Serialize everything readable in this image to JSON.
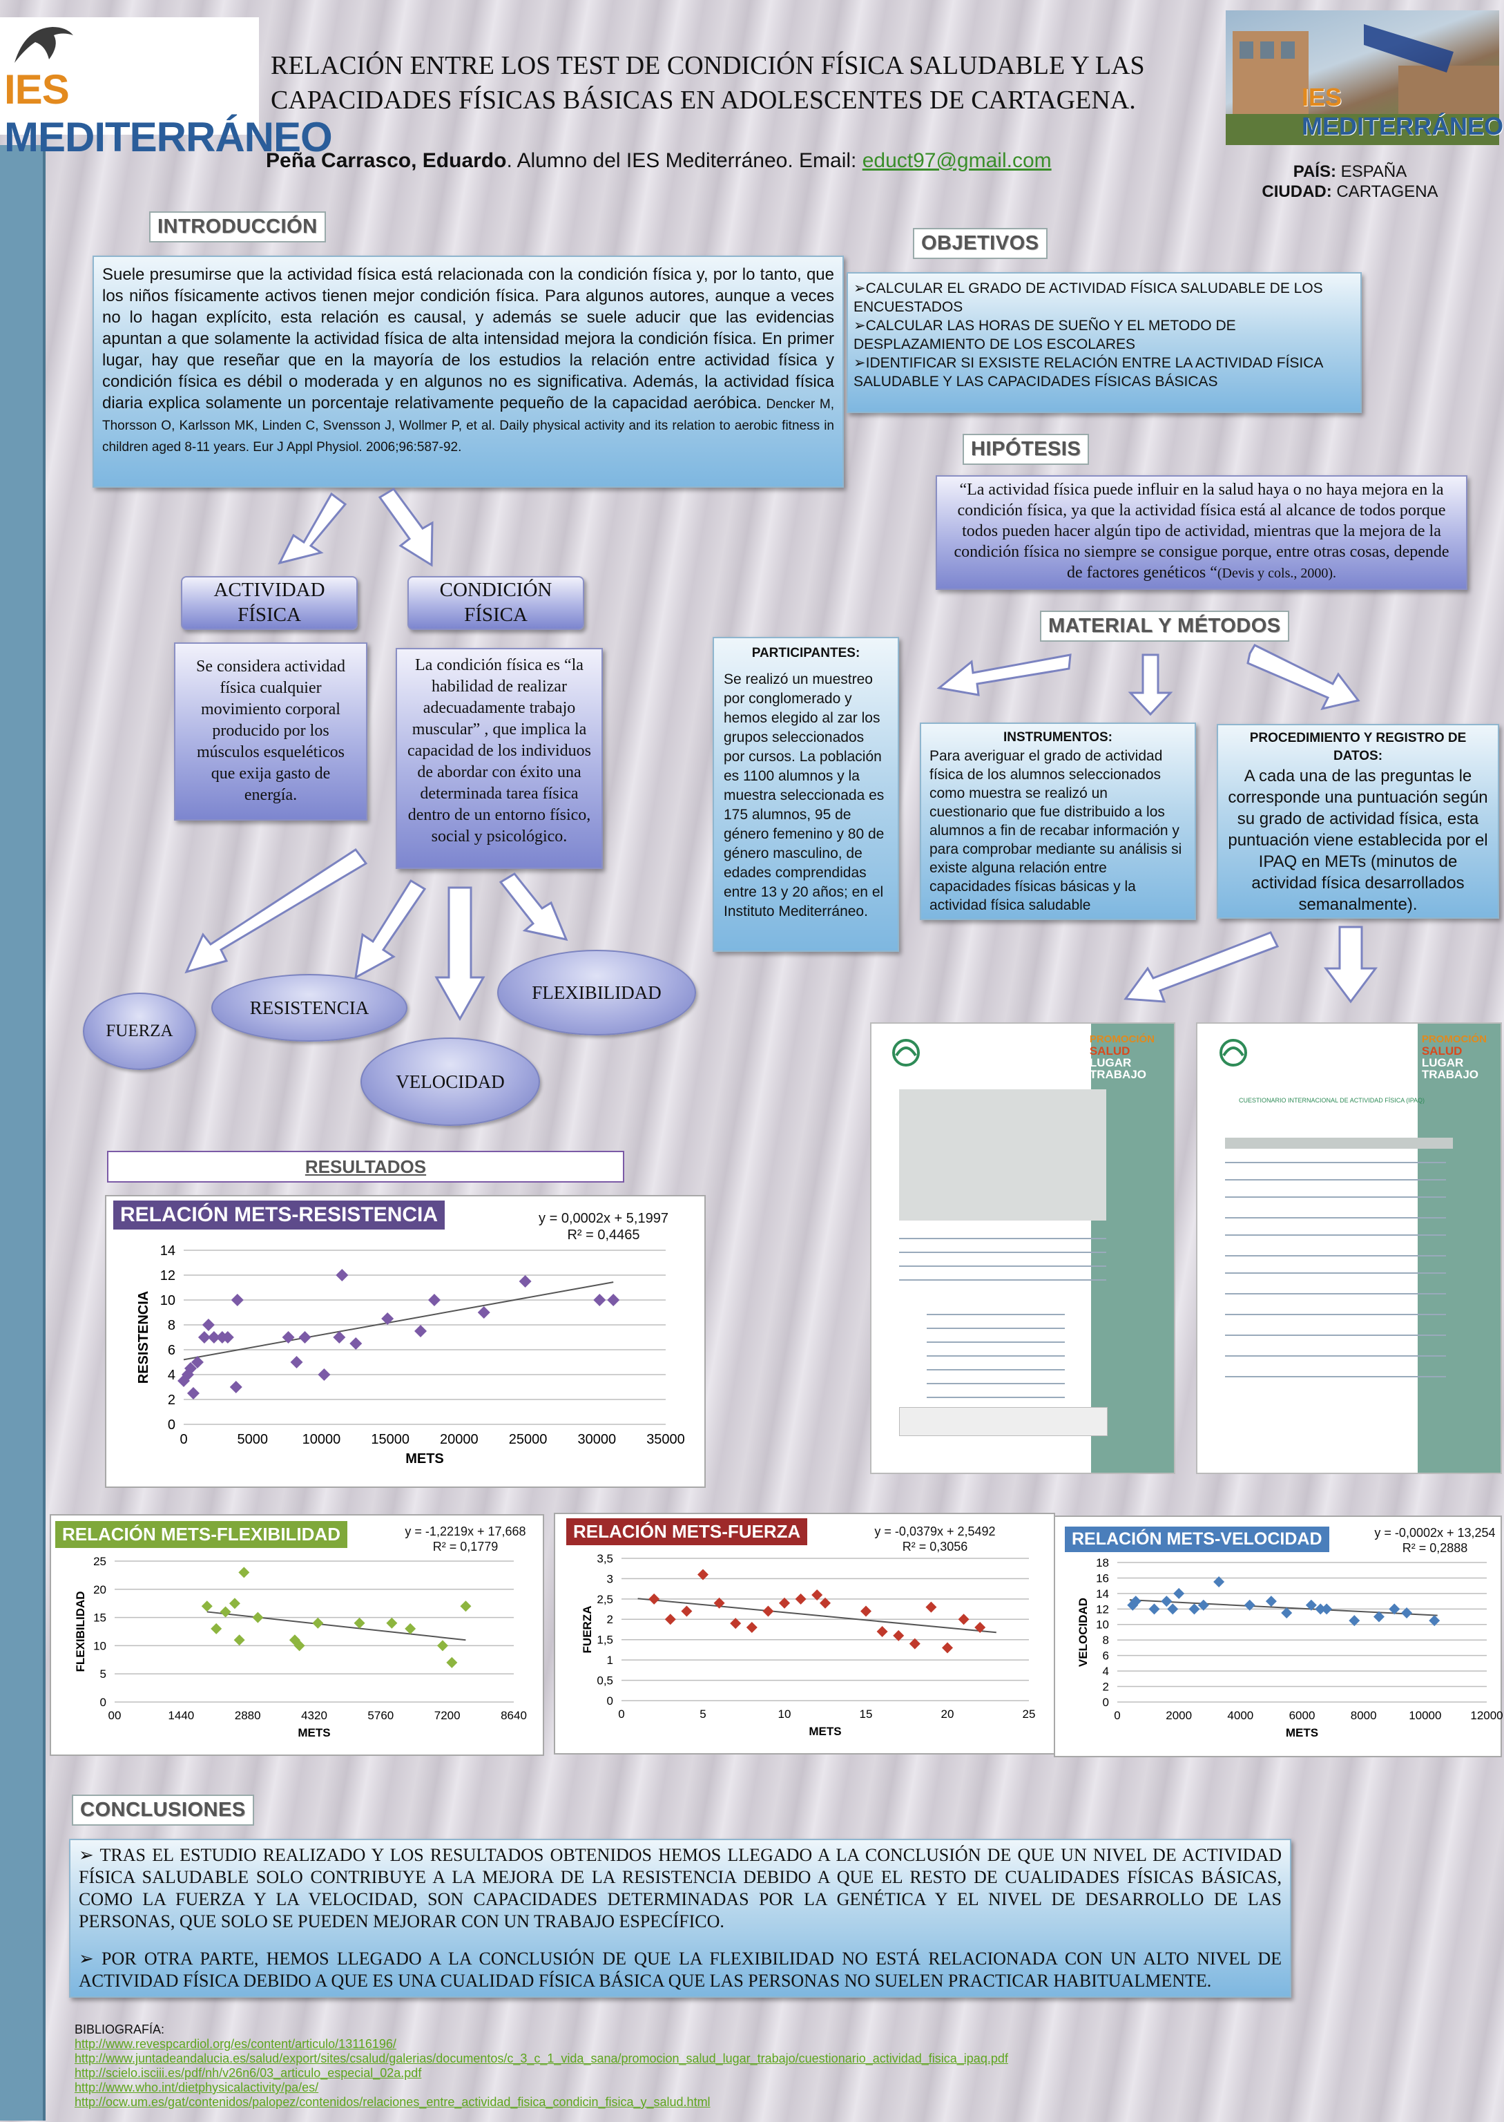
{
  "header": {
    "logo_left": {
      "part1": "IES ",
      "part2": "MEDITERRÁNEO"
    },
    "logo_right": {
      "part1": "IES ",
      "part2": "MEDITERRÁNEO"
    },
    "title": "RELACIÓN ENTRE LOS TEST DE CONDICIÓN FÍSICA SALUDABLE Y LAS CAPACIDADES FÍSICAS BÁSICAS EN ADOLESCENTES DE CARTAGENA.",
    "author_name": "Peña Carrasco, Eduardo",
    "author_rest": ". Alumno del IES Mediterráneo.  Email: ",
    "email": "educt97@gmail.com",
    "country_label": "PAÍS:",
    "country_value": " ESPAÑA",
    "city_label": "CIUDAD:",
    "city_value": " CARTAGENA"
  },
  "intro": {
    "heading": "INTRODUCCIÓN",
    "body": "Suele presumirse que la actividad física está relacionada con la condición física y, por lo tanto, que los niños físicamente activos tienen mejor condición física. Para algunos autores, aunque a veces no lo hagan explícito, esta relación es causal, y además se suele aducir que las evidencias apuntan a que solamente la actividad física de alta intensidad mejora la condición física. En primer lugar, hay que reseñar que en la mayoría de los estudios la relación entre actividad física y condición física es débil o moderada y en algunos no es significativa. Además, la actividad física diaria explica solamente un porcentaje relativamente pequeño de la capacidad aeróbica.",
    "ref": " Dencker M, Thorsson O, Karlsson MK, Linden C, Svensson J, Wollmer P, et al. Daily physical activity and its relation to aerobic fitness in children aged 8-11 years. Eur J Appl Physiol. 2006;96:587-92."
  },
  "concepts": {
    "af_title": "ACTIVIDAD FÍSICA",
    "cf_title": "CONDICIÓN FÍSICA",
    "af_def": "Se considera actividad física cualquier movimiento corporal producido por los músculos esqueléticos que exija gasto de energía.",
    "cf_def": "La condición física es “la habilidad de realizar adecuadamente trabajo muscular” , que implica la capacidad de los individuos de abordar con éxito una determinada tarea física dentro de un entorno físico, social y psicológico.",
    "fuerza": "FUERZA",
    "resistencia": "RESISTENCIA",
    "flexibilidad": "FLEXIBILIDAD",
    "velocidad": "VELOCIDAD"
  },
  "objetivos": {
    "heading": "OBJETIVOS",
    "items": [
      "CALCULAR EL GRADO DE ACTIVIDAD FÍSICA SALUDABLE DE LOS ENCUESTADOS",
      "CALCULAR LAS HORAS DE SUEÑO Y EL METODO DE DESPLAZAMIENTO DE LOS ESCOLARES",
      "IDENTIFICAR SI EXSISTE RELACIÓN ENTRE LA ACTIVIDAD FÍSICA SALUDABLE Y LAS CAPACIDADES FÍSICAS BÁSICAS"
    ]
  },
  "hipotesis": {
    "heading": "HIPÓTESIS",
    "body": "“La actividad física puede influir en la salud haya o no haya mejora en la condición física, ya que la actividad física está al alcance de todos porque todos pueden hacer algún tipo de actividad, mientras que la mejora de la condición física no siempre se consigue porque, entre otras cosas, depende de factores genéticos “",
    "cite": "(Devis y cols., 2000)."
  },
  "metodos": {
    "heading": "MATERIAL Y MÉTODOS",
    "participantes_title": "PARTICIPANTES:",
    "participantes_body": "Se realizó un muestreo por conglomerado y hemos elegido al zar los grupos seleccionados por cursos. La población es 1100 alumnos y la muestra seleccionada es 175 alumnos, 95 de género femenino y 80 de género masculino, de edades comprendidas entre 13 y 20 años; en el Instituto Mediterráneo.",
    "instrumentos_title": "INSTRUMENTOS:",
    "instrumentos_body": "Para averiguar el grado de actividad física de los alumnos seleccionados como muestra se realizó un cuestionario que fue distribuido a los alumnos a fin de recabar información y para comprobar mediante su análisis si existe alguna relación entre capacidades físicas básicas y la actividad física saludable",
    "procedimiento_title": "PROCEDIMIENTO Y REGISTRO DE DATOS:",
    "procedimiento_body": "A cada una de las preguntas le corresponde una puntuación según su grado de actividad física, esta puntuación viene establecida por el IPAQ en METs (minutos de actividad física desarrollados semanalmente)."
  },
  "documents": {
    "doc1_brand": [
      "PROMOCIÓN",
      "SALUD",
      "LUGAR",
      "TRABAJO"
    ],
    "doc2_brand": [
      "PROMOCIÓN",
      "SALUD",
      "LUGAR",
      "TRABAJO"
    ],
    "doc2_heading": "CUESTIONARIO INTERNACIONAL DE ACTIVIDAD FÍSICA (IPAQ)"
  },
  "resultados": {
    "heading": "RESULTADOS"
  },
  "colors": {
    "resistencia": "#7b5aa6",
    "flexibilidad": "#8db53f",
    "fuerza": "#c0392b",
    "velocidad": "#4a7ebb"
  },
  "chart_data": [
    {
      "id": "resistencia",
      "type": "scatter",
      "title": "RELACIÓN METS-RESISTENCIA",
      "equation": "y = 0,0002x + 5,1997",
      "r2": "R² = 0,4465",
      "xlabel": "METS",
      "ylabel": "RESISTENCIA",
      "xlim": [
        0,
        35000
      ],
      "ylim": [
        0,
        14
      ],
      "xticks": [
        0,
        5000,
        10000,
        15000,
        20000,
        25000,
        30000,
        35000
      ],
      "yticks": [
        0,
        2,
        4,
        6,
        8,
        10,
        12,
        14
      ],
      "trend": {
        "slope": 0.0002,
        "intercept": 5.1997
      },
      "points": [
        [
          0,
          3.5
        ],
        [
          300,
          4
        ],
        [
          500,
          4.5
        ],
        [
          700,
          2.5
        ],
        [
          1000,
          5
        ],
        [
          1500,
          7
        ],
        [
          1800,
          8
        ],
        [
          2200,
          7
        ],
        [
          2800,
          7
        ],
        [
          3200,
          7
        ],
        [
          3800,
          3
        ],
        [
          3900,
          10
        ],
        [
          7600,
          7
        ],
        [
          8200,
          5
        ],
        [
          8800,
          7
        ],
        [
          10200,
          4
        ],
        [
          11300,
          7
        ],
        [
          11500,
          12
        ],
        [
          12500,
          6.5
        ],
        [
          14800,
          8.5
        ],
        [
          17200,
          7.5
        ],
        [
          18200,
          10
        ],
        [
          21800,
          9
        ],
        [
          24800,
          11.5
        ],
        [
          30200,
          10
        ],
        [
          31200,
          10
        ]
      ]
    },
    {
      "id": "flexibilidad",
      "type": "scatter",
      "title": "RELACIÓN METS-FLEXIBILIDAD",
      "equation": "y = -1,2219x + 17,668",
      "r2": "R² = 0,1779",
      "xlabel": "METS",
      "ylabel": "FLEXIBILIDAD",
      "xlim": [
        0,
        8640
      ],
      "ylim": [
        0,
        25
      ],
      "xticks": [
        0,
        1440,
        2880,
        4320,
        5760,
        7200,
        8640
      ],
      "xticklabels": [
        "00",
        "1440",
        "2880",
        "4320",
        "5760",
        "7200",
        "8640"
      ],
      "yticks": [
        0,
        5,
        10,
        15,
        20,
        25
      ],
      "trend_points": [
        [
          2000,
          16
        ],
        [
          7600,
          11
        ]
      ],
      "points": [
        [
          2000,
          17
        ],
        [
          2200,
          13
        ],
        [
          2400,
          16
        ],
        [
          2600,
          17.5
        ],
        [
          2700,
          11
        ],
        [
          2800,
          23
        ],
        [
          3100,
          15
        ],
        [
          3900,
          11
        ],
        [
          4000,
          10
        ],
        [
          4400,
          14
        ],
        [
          5300,
          14
        ],
        [
          6000,
          14
        ],
        [
          6400,
          13
        ],
        [
          7100,
          10
        ],
        [
          7300,
          7
        ],
        [
          7600,
          17
        ]
      ]
    },
    {
      "id": "fuerza",
      "type": "scatter",
      "title": "RELACIÓN METS-FUERZA",
      "equation": "y = -0,0379x + 2,5492",
      "r2": "R² = 0,3056",
      "xlabel": "METS",
      "ylabel": "FUERZA",
      "xlim": [
        0,
        25
      ],
      "ylim": [
        0,
        3.5
      ],
      "xticks": [
        0,
        5,
        10,
        15,
        20,
        25
      ],
      "yticks": [
        0,
        0.5,
        1,
        1.5,
        2,
        2.5,
        3,
        3.5
      ],
      "yticklabels": [
        "0",
        "0,5",
        "1",
        "1,5",
        "2",
        "2,5",
        "3",
        "3,5"
      ],
      "trend": {
        "slope": -0.0379,
        "intercept": 2.5492,
        "x0": 1,
        "x1": 23
      },
      "points": [
        [
          2,
          2.5
        ],
        [
          3,
          2
        ],
        [
          4,
          2.2
        ],
        [
          5,
          3.1
        ],
        [
          6,
          2.4
        ],
        [
          7,
          1.9
        ],
        [
          8,
          1.8
        ],
        [
          9,
          2.2
        ],
        [
          10,
          2.4
        ],
        [
          11,
          2.5
        ],
        [
          12,
          2.6
        ],
        [
          12.5,
          2.4
        ],
        [
          15,
          2.2
        ],
        [
          16,
          1.7
        ],
        [
          17,
          1.6
        ],
        [
          18,
          1.4
        ],
        [
          19,
          2.3
        ],
        [
          20,
          1.3
        ],
        [
          21,
          2
        ],
        [
          22,
          1.8
        ]
      ]
    },
    {
      "id": "velocidad",
      "type": "scatter",
      "title": "RELACIÓN METS-VELOCIDAD",
      "equation": "y = -0,0002x + 13,254",
      "r2": "R² = 0,2888",
      "xlabel": "METS",
      "ylabel": "VELOCIDAD",
      "xlim": [
        0,
        12000
      ],
      "ylim": [
        0,
        18
      ],
      "xticks": [
        0,
        2000,
        4000,
        6000,
        8000,
        10000,
        12000
      ],
      "yticks": [
        0,
        2,
        4,
        6,
        8,
        10,
        12,
        14,
        16,
        18
      ],
      "trend": {
        "slope": -0.0002,
        "intercept": 13.254,
        "x0": 400,
        "x1": 10400
      },
      "points": [
        [
          500,
          12.5
        ],
        [
          600,
          13
        ],
        [
          1200,
          12
        ],
        [
          1600,
          13
        ],
        [
          1800,
          12
        ],
        [
          2000,
          14
        ],
        [
          2500,
          12
        ],
        [
          2800,
          12.5
        ],
        [
          3300,
          15.5
        ],
        [
          4300,
          12.5
        ],
        [
          5000,
          13
        ],
        [
          5500,
          11.5
        ],
        [
          6300,
          12.5
        ],
        [
          6600,
          12
        ],
        [
          6800,
          12
        ],
        [
          7700,
          10.5
        ],
        [
          8500,
          11
        ],
        [
          9000,
          12
        ],
        [
          9400,
          11.5
        ],
        [
          10300,
          10.5
        ]
      ]
    }
  ],
  "conclusiones": {
    "heading": "CONCLUSIONES",
    "items": [
      "TRAS EL ESTUDIO REALIZADO Y LOS RESULTADOS OBTENIDOS HEMOS LLEGADO A LA CONCLUSIÓN DE QUE UN NIVEL DE ACTIVIDAD FÍSICA SALUDABLE SOLO CONTRIBUYE  A LA MEJORA DE LA RESISTENCIA DEBIDO A QUE EL RESTO DE CUALIDADES FÍSICAS BÁSICAS, COMO LA FUERZA Y LA VELOCIDAD, SON CAPACIDADES DETERMINADAS POR LA GENÉTICA Y EL NIVEL DE DESARROLLO DE LAS PERSONAS, QUE SOLO SE PUEDEN MEJORAR CON UN TRABAJO ESPECÍFICO.",
      " POR OTRA PARTE, HEMOS LLEGADO A LA CONCLUSIÓN DE QUE LA FLEXIBILIDAD NO ESTÁ RELACIONADA CON UN ALTO NIVEL DE ACTIVIDAD FÍSICA DEBIDO A QUE ES UNA CUALIDAD FÍSICA BÁSICA QUE LAS PERSONAS NO SUELEN PRACTICAR HABITUALMENTE."
    ]
  },
  "bibliografia": {
    "heading": "BIBLIOGRAFÍA:",
    "links": [
      "http://www.revespcardiol.org/es/content/articulo/13116196/",
      " http://www.juntadeandalucia.es/salud/export/sites/csalud/galerias/documentos/c_3_c_1_vida_sana/promocion_salud_lugar_trabajo/cuestionario_actividad_fisica_ipaq.pdf",
      "http://scielo.isciii.es/pdf/nh/v26n6/03_articulo_especial_02a.pdf",
      "http://www.who.int/dietphysicalactivity/pa/es/",
      "http://ocw.um.es/gat/contenidos/palopez/contenidos/relaciones_entre_actividad_fisica_condicin_fisica_y_salud.html"
    ]
  }
}
